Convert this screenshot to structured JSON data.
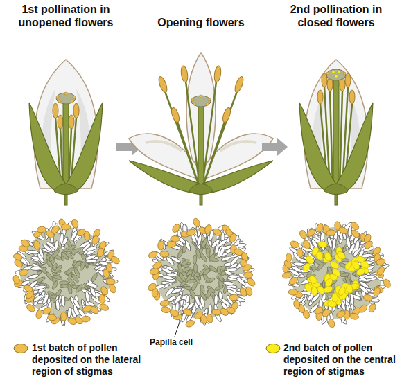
{
  "diagram": {
    "labels": [
      "1st pollination in unopened flowers",
      "Opening flowers",
      "2nd pollination in closed flowers",
      "Papilla cell"
    ],
    "legend": [
      {
        "text": "1st batch of pollen deposited on the lateral region of stigmas",
        "color": "#efbd4f"
      },
      {
        "text": "2nd batch of pollen deposited on the central region of stigmas",
        "color": "#fbec1c"
      }
    ]
  }
}
